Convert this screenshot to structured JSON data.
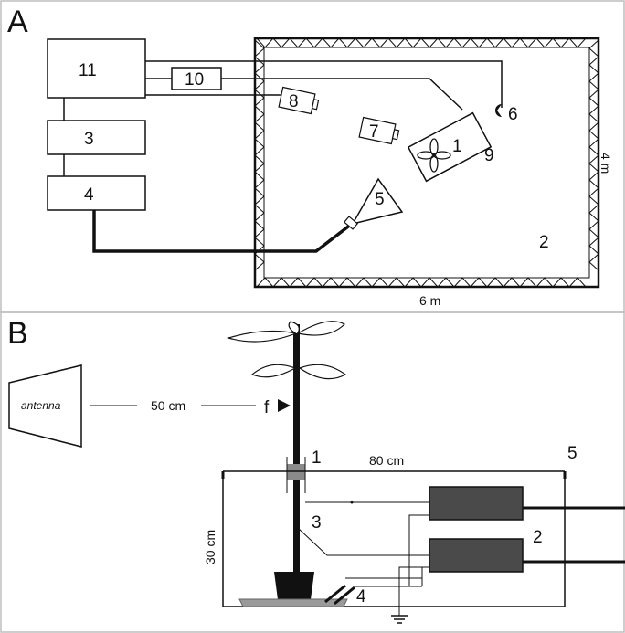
{
  "panel_a": {
    "letter": "A",
    "labels": {
      "b11": "11",
      "b10": "10",
      "b3": "3",
      "b4": "4",
      "s8": "8",
      "s7": "7",
      "s6": "6",
      "s1": "1",
      "s9": "9",
      "s5": "5",
      "s2": "2"
    },
    "dim_width": "6 m",
    "dim_height": "4 m"
  },
  "panel_b": {
    "letter": "B",
    "antenna_label": "antenna",
    "distance": "50 cm",
    "field_label": "f",
    "width_dim": "80 cm",
    "height_dim": "30 cm",
    "labels": {
      "n1": "1",
      "n2": "2",
      "n3": "3",
      "n4": "4",
      "n5": "5"
    }
  },
  "colors": {
    "line": "#111111",
    "border": "#bdbdbd",
    "gray_fill": "#4a4a4a",
    "gray_light": "#9a9a9a"
  }
}
